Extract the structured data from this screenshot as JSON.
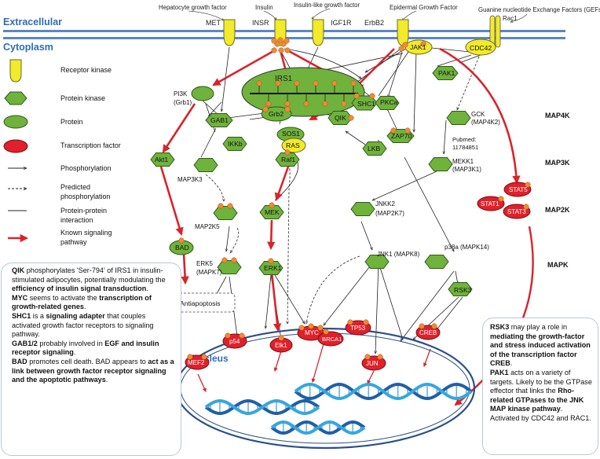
{
  "regions": {
    "extracellular": "Extracellular",
    "cytoplasm": "Cytoplasm",
    "nucleus": "Nucleus"
  },
  "ligands": {
    "hgf": "Hepatocyte growth factor",
    "insulin": "Insulin",
    "igf": "Insulin-like growth factor",
    "egf": "Epidermal Growth Factor",
    "gef": "Guanine nucleotide Exchange Factors (GEFs)"
  },
  "receptors": {
    "met": "MET",
    "insr": "INSR",
    "igf1r": "IGF1R",
    "erbb2": "ErbB2",
    "rac1": "Rac1"
  },
  "legend": {
    "receptor_kinase": "Receptor kinase",
    "protein_kinase": "Protein kinase",
    "protein": "Protein",
    "transcription_factor": "Transcription factor",
    "phosphorylation": "Phosphorylation",
    "predicted_1": "Predicted",
    "predicted_2": "phosphorylation",
    "ppi_1": "Protein-protein",
    "ppi_2": "interaction",
    "known_1": "Known signaling",
    "known_2": "pathway"
  },
  "tiers": {
    "map4k": "MAP4K",
    "map3k": "MAP3K",
    "map2k": "MAP2K",
    "mapk": "MAPK"
  },
  "nodes": {
    "jak1": "JAK1",
    "cdc42": "CDC42",
    "irs1": "IRS1",
    "shc1": "SHC1",
    "pak1": "PAK1",
    "pi3k_1": "PI3K",
    "pi3k_2": "(Grb1)",
    "grb2": "Grb2",
    "gab1": "GAB1",
    "qik": "QIK",
    "pkca": "PKCa",
    "gck_1": "GCK",
    "gck_2": "(MAP4K2)",
    "sos1": "SOS1",
    "ikkb": "IKKb",
    "ras": "RAS",
    "lkb": "LKB",
    "zap70": "ZAP70",
    "akt1": "Akt1",
    "raf1": "Raf1",
    "pubmed_1": "Pubmed:",
    "pubmed_2": "11784851",
    "mekk1_1": "MEKK1",
    "mekk1_2": "(MAP3K1)",
    "map3k3": "MAP3K3",
    "jnkk2_1": "JNKK2",
    "jnkk2_2": "(MAP2K7)",
    "stat5": "STAT5",
    "stat1": "STAT1",
    "stat3": "STAT3",
    "mek": "MEK",
    "map2k5": "MAP2K5",
    "p38a": "p38a (MAPK14)",
    "jnk1": "JNK1 (MAPK8)",
    "bad": "BAD",
    "erk5_1": "ERK5",
    "erk5_2": "(MAPK7)",
    "erk1": "ERK1",
    "rsk3": "RSK3",
    "antiapoptosis": "Antiapoptosis",
    "p54": "p54",
    "elk1": "Elk1",
    "myc": "MYC",
    "brca1": "BRCA1",
    "tp53": "TP53",
    "creb": "CREB",
    "mef2": "MEF2",
    "jun": "JUN"
  },
  "notes": {
    "left": [
      [
        [
          "QIK",
          true
        ],
        [
          " phosphorylates 'Ser-794' of IRS1 in insulin-stimulated adipocytes, potentially modulating the ",
          false
        ],
        [
          "efficiency of insulin signal transduction",
          true
        ],
        [
          ".",
          false
        ]
      ],
      [
        [
          "MYC",
          true
        ],
        [
          " seems to activate the ",
          false
        ],
        [
          "transcription of growth-related genes",
          true
        ],
        [
          ".",
          false
        ]
      ],
      [
        [
          "SHC1",
          true
        ],
        [
          " is a ",
          false
        ],
        [
          "signaling adapter",
          true
        ],
        [
          " that couples activated growth factor receptors to signaling pathway.",
          false
        ]
      ],
      [
        [
          "GAB1/2",
          true
        ],
        [
          " probably involved in ",
          false
        ],
        [
          "EGF and insulin receptor signaling",
          true
        ],
        [
          ".",
          false
        ]
      ],
      [
        [
          "BAD",
          true
        ],
        [
          " promotes cell death. BAD appears to ",
          false
        ],
        [
          "act as a link between growth factor receptor signaling and the apoptotic pathways",
          true
        ],
        [
          ".",
          false
        ]
      ]
    ],
    "right": [
      [
        [
          "RSK3",
          true
        ],
        [
          " may play a role in ",
          false
        ],
        [
          "mediating the growth-factor and stress induced activation of the transcription factor CREB",
          true
        ],
        [
          ".",
          false
        ]
      ],
      [
        [
          "PAK1",
          true
        ],
        [
          " acts on a variety of targets. Likely to be the GTPase effector that links the ",
          false
        ],
        [
          "Rho-related GTPases to the JNK MAP kinase pathway",
          true
        ],
        [
          ".",
          false
        ]
      ],
      [
        [
          "Activated by CDC42 and RAC1.",
          false
        ]
      ]
    ]
  },
  "colors": {
    "membrane": "#5b86c5",
    "receptor": "#f2ea2a",
    "kinase": "#6fb23c",
    "protein": "#6fb23c",
    "tf": "#e0202a",
    "phospho": "#f08a36",
    "known_path": "#d9232b",
    "nucleus": "#2b4f8a",
    "region_text": "#2f6db4"
  }
}
